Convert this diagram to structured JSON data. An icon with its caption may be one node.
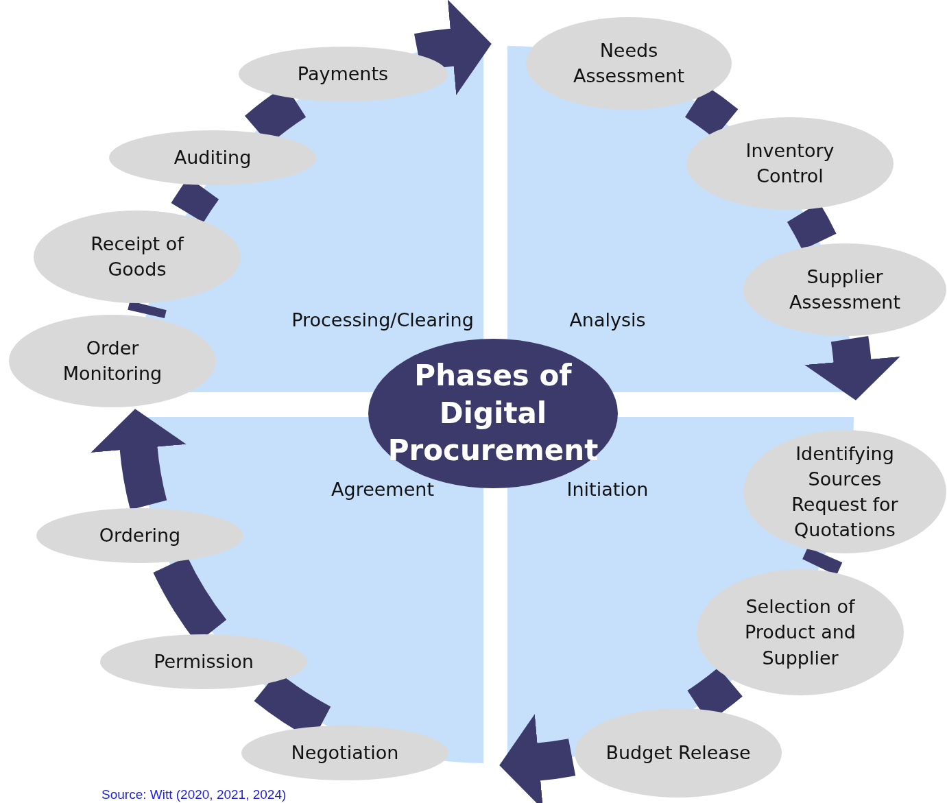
{
  "diagram": {
    "nodes": [
      {
        "text": [
          "Needs Assessment"
        ]
      },
      {
        "text": [
          "Payments"
        ]
      },
      {
        "text": [
          "Inventory Control"
        ]
      },
      {
        "text": [
          "Auditing"
        ]
      },
      {
        "text": [
          "Receipt of Goods"
        ]
      },
      {
        "text": [
          "Supplier Assessment"
        ]
      },
      {
        "text": [
          "Processing/Clearing"
        ]
      },
      {
        "text": [
          "Analysis"
        ]
      },
      {
        "text": [
          "Order Monitoring"
        ]
      },
      {
        "text": [
          "Phases of Digital Procurement"
        ]
      },
      {
        "text": [
          "Identifying Sources Request for Quotations"
        ]
      },
      {
        "text": [
          "Agreement"
        ]
      },
      {
        "text": [
          "Initiation"
        ]
      },
      {
        "text": [
          "Ordering"
        ]
      },
      {
        "text": [
          "Selection of Product and Supplier"
        ]
      },
      {
        "text": [
          "Permission"
        ]
      },
      {
        "text": [
          "Budget Release"
        ]
      },
      {
        "text": [
          "Negotiation"
        ]
      }
    ],
    "edges": [
      {
        "from": 0,
        "to": 2,
        "arrow": "none"
      },
      {
        "from": 2,
        "to": 5,
        "arrow": "none"
      },
      {
        "from": 5,
        "to": 10,
        "arrow": "to"
      },
      {
        "from": 10,
        "to": 14,
        "arrow": "none"
      },
      {
        "from": 14,
        "to": 16,
        "arrow": "none"
      },
      {
        "from": 16,
        "to": 17,
        "arrow": "to"
      },
      {
        "from": 17,
        "to": 15,
        "arrow": "none"
      },
      {
        "from": 15,
        "to": 13,
        "arrow": "none"
      },
      {
        "from": 13,
        "to": 8,
        "arrow": "to"
      },
      {
        "from": 8,
        "to": 4,
        "arrow": "none"
      },
      {
        "from": 4,
        "to": 3,
        "arrow": "none"
      },
      {
        "from": 3,
        "to": 1,
        "arrow": "none"
      },
      {
        "from": 1,
        "to": 0,
        "arrow": "to"
      }
    ],
    "labels": [
      "Source: Witt (2020, 2021, 2024)"
    ]
  }
}
